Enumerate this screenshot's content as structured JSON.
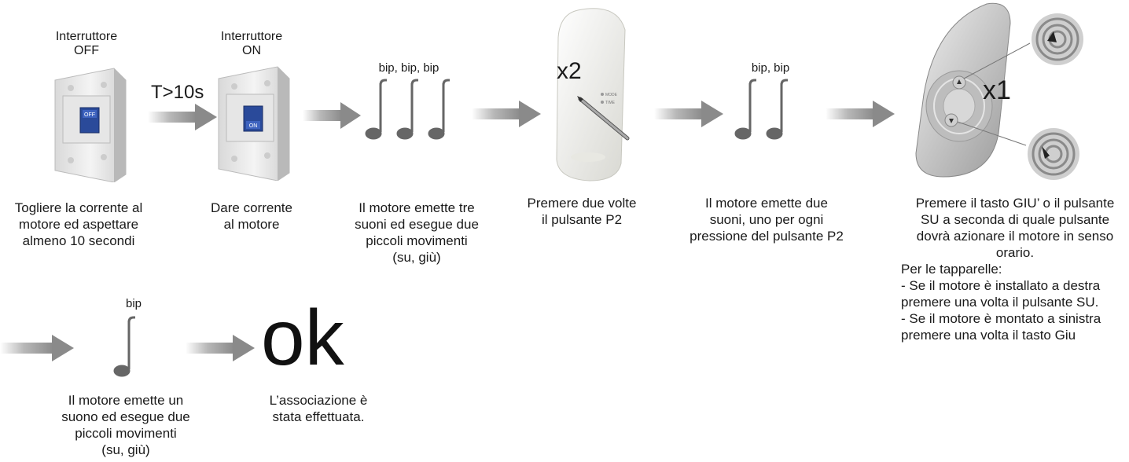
{
  "step1": {
    "title_line1": "Interruttore",
    "title_line2": "OFF",
    "switch_label": "OFF",
    "caption": [
      "Togliere la corrente al",
      "motore ed aspettare",
      "almeno 10 secondi"
    ]
  },
  "timer_label": "T>10s",
  "step2": {
    "title_line1": "Interruttore",
    "title_line2": "ON",
    "switch_label": "ON",
    "caption": [
      "Dare corrente",
      "al motore"
    ]
  },
  "step3": {
    "sound_label": "bip, bip, bip",
    "caption": [
      "Il motore emette tre",
      "suoni ed esegue due",
      "piccoli movimenti",
      "(su, giù)"
    ]
  },
  "step4": {
    "multiplier": "x2",
    "remote_labels": [
      "MODE",
      "TIME"
    ],
    "caption": [
      "Premere due volte",
      "il pulsante P2"
    ]
  },
  "step5": {
    "sound_label": "bip, bip",
    "caption": [
      "Il motore emette due",
      "suoni, uno per ogni",
      "pressione del pulsante P2"
    ]
  },
  "step6": {
    "multiplier": "x1",
    "caption_center": [
      "Premere il tasto GIU’ o il pulsante",
      "SU a seconda di quale pulsante",
      "dovrà azionare il motore in senso",
      "orario."
    ],
    "caption_left": [
      "Per le tapparelle:",
      "- Se il motore è installato a destra",
      "premere una volta il pulsante SU.",
      "- Se il motore è montato a sinistra",
      "premere una volta il tasto Giu"
    ]
  },
  "step7": {
    "sound_label": "bip",
    "caption": [
      "Il motore emette un",
      "suono ed esegue due",
      "piccoli movimenti",
      "(su, giù)"
    ]
  },
  "step8": {
    "big_text": "ok",
    "caption": [
      "L’associazione è",
      "stata effettuata."
    ]
  }
}
